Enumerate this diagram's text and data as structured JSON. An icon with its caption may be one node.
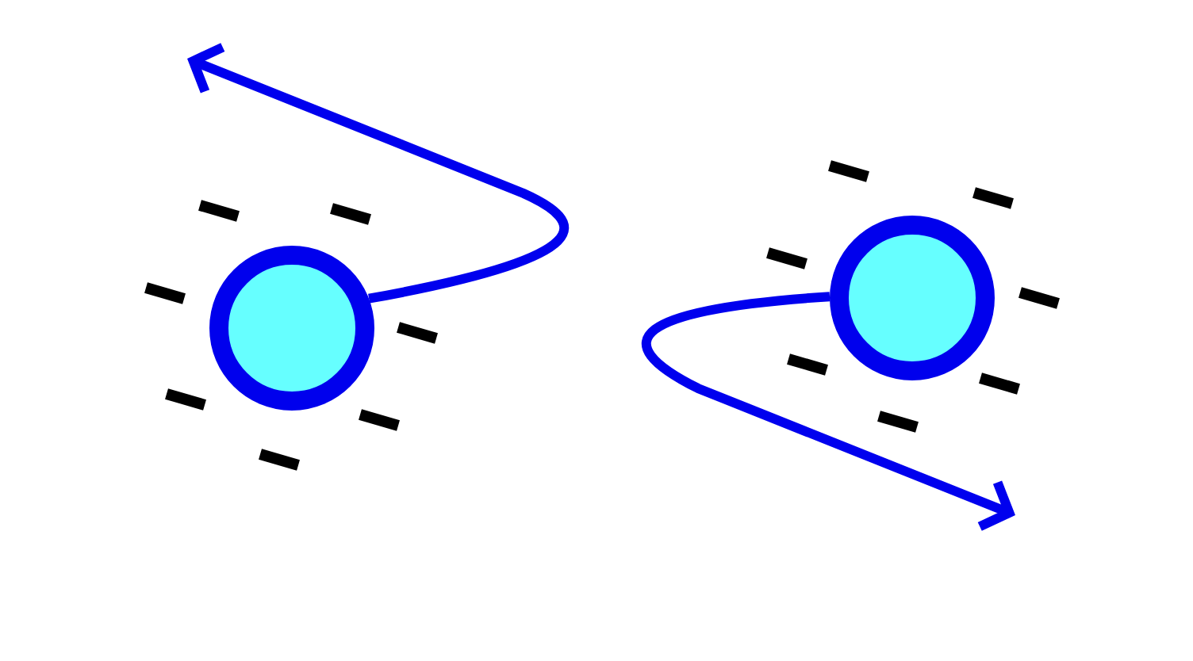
{
  "diagram": {
    "nodes": [
      {
        "text": [],
        "shape": "circle"
      },
      {
        "text": [],
        "shape": "circle"
      }
    ],
    "edges": [
      {
        "from": 0,
        "to": null,
        "arrow": "to"
      },
      {
        "from": 1,
        "to": null,
        "arrow": "to"
      }
    ]
  }
}
